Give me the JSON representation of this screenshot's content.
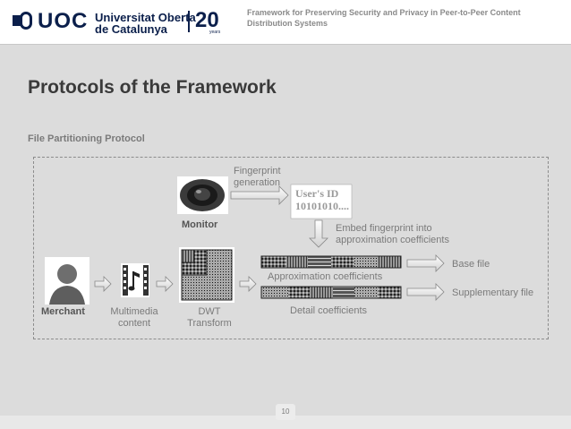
{
  "header": {
    "logo_text": "UOC",
    "university_line1": "Universitat Oberta",
    "university_line2": "de Catalunya",
    "anniversary": "20",
    "anniversary_sub": "years",
    "presentation_title": "Framework for Preserving Security and Privacy in Peer-to-Peer Content Distribution Systems"
  },
  "slide": {
    "title": "Protocols of the Framework",
    "subtitle": "File Partitioning Protocol",
    "page_number": "10"
  },
  "diagram": {
    "merchant": "Merchant",
    "multimedia": "Multimedia content",
    "dwt": "DWT Transform",
    "monitor": "Monitor",
    "fingerprint_generation": "Fingerprint generation",
    "user_id_line1": "User's ID",
    "user_id_line2": "10101010....",
    "embed": "Embed fingerprint into approximation coefficients",
    "approx": "Approximation coefficients",
    "detail": "Detail coefficients",
    "base_file": "Base file",
    "supplementary_file": "Supplementary file"
  },
  "colors": {
    "brand": "#0b1f4b",
    "background": "#dcdcdc",
    "text_gray": "#7a7a7a"
  }
}
